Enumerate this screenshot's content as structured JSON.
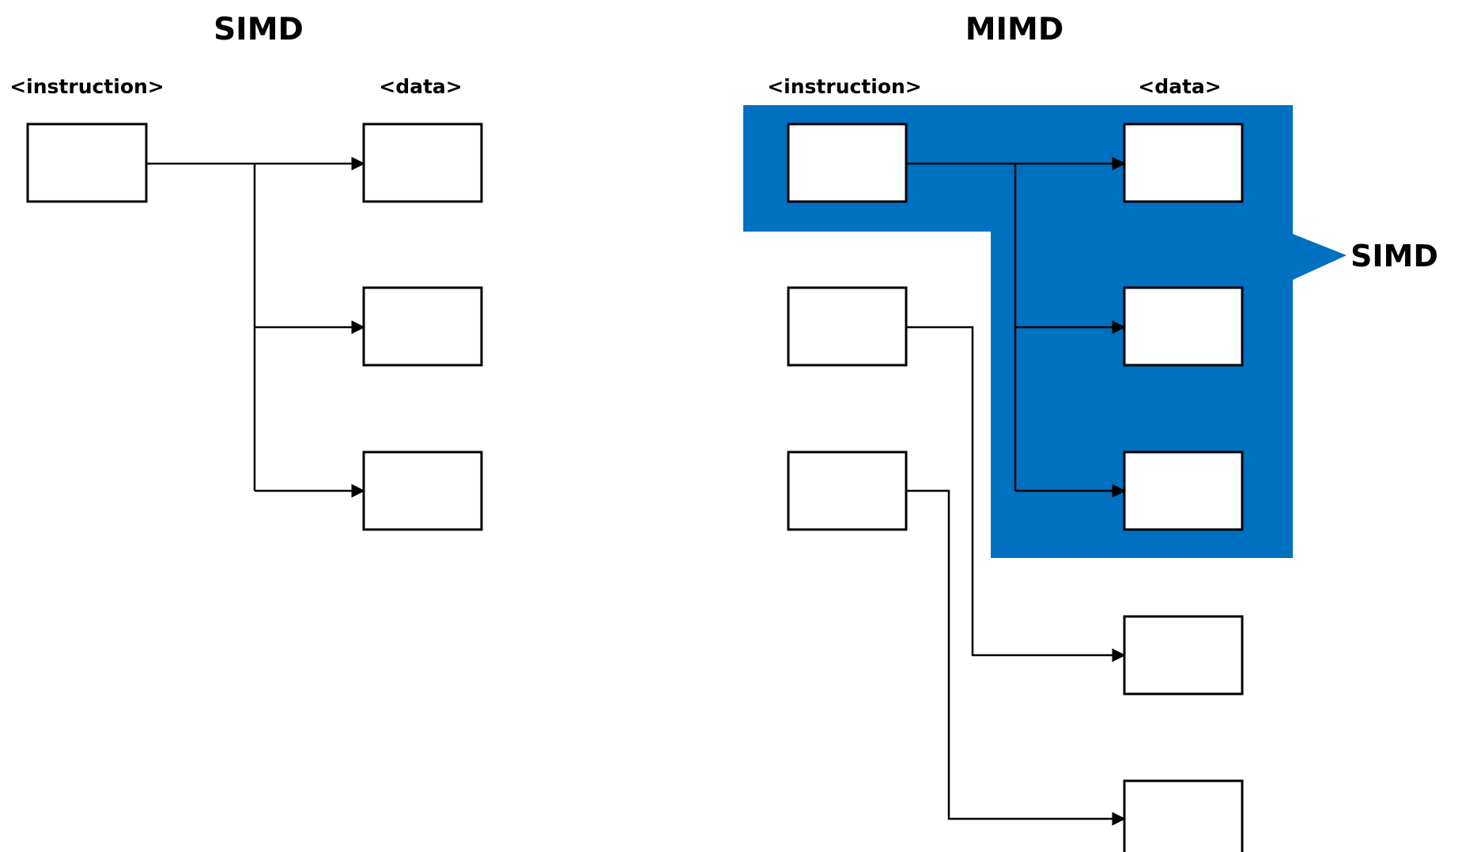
{
  "colors": {
    "background": "#ffffff",
    "highlight": "#0070c0",
    "stroke": "#000000",
    "box_fill": "#ffffff"
  },
  "simd_panel": {
    "title": "SIMD",
    "instruction_label": "<instruction>",
    "data_label": "<data>",
    "instruction_count": 1,
    "data_count": 3
  },
  "mimd_panel": {
    "title": "MIMD",
    "instruction_label": "<instruction>",
    "data_label": "<data>",
    "instruction_count": 3,
    "data_count": 5,
    "highlight_callout": "SIMD"
  }
}
